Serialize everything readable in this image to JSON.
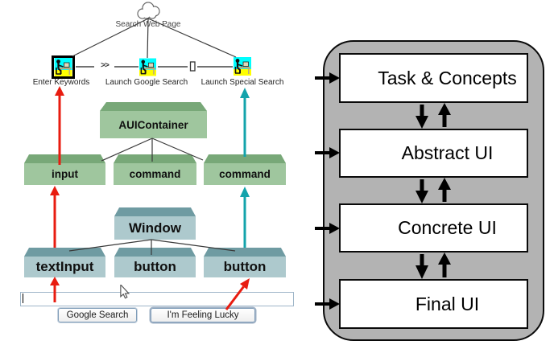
{
  "left": {
    "root_task": "Search Web Page",
    "tasks": [
      "Enter Keywords",
      "Launch Google Search",
      "Launch Special Search"
    ],
    "operators": {
      "sequence": ">>",
      "choice": "[]"
    },
    "abstract_ui": {
      "container": "AUIContainer",
      "elements": [
        "input",
        "command",
        "command"
      ]
    },
    "concrete_ui": {
      "container": "Window",
      "elements": [
        "textInput",
        "button",
        "button"
      ]
    },
    "final_ui": {
      "search_field": {
        "value": ""
      },
      "buttons": [
        "Google Search",
        "I'm Feeling Lucky"
      ]
    }
  },
  "right": {
    "levels": [
      "Task & Concepts",
      "Abstract UI",
      "Concrete UI",
      "Final UI"
    ]
  },
  "icons": {
    "task_icon": "person-at-computer-icon",
    "root_icon": "cloud-icon",
    "pointer": "mouse-cursor-icon"
  },
  "colors": {
    "aui_front": "#9fc69e",
    "aui_top": "#78a878",
    "cui_front": "#adc9cd",
    "cui_top": "#6f9ba2",
    "red_arrow": "#e81c10",
    "teal_arrow": "#13a3ab",
    "panel_gray": "#b3b3b3",
    "icon_cyan": "#00ffff",
    "icon_yellow": "#ffff00"
  }
}
